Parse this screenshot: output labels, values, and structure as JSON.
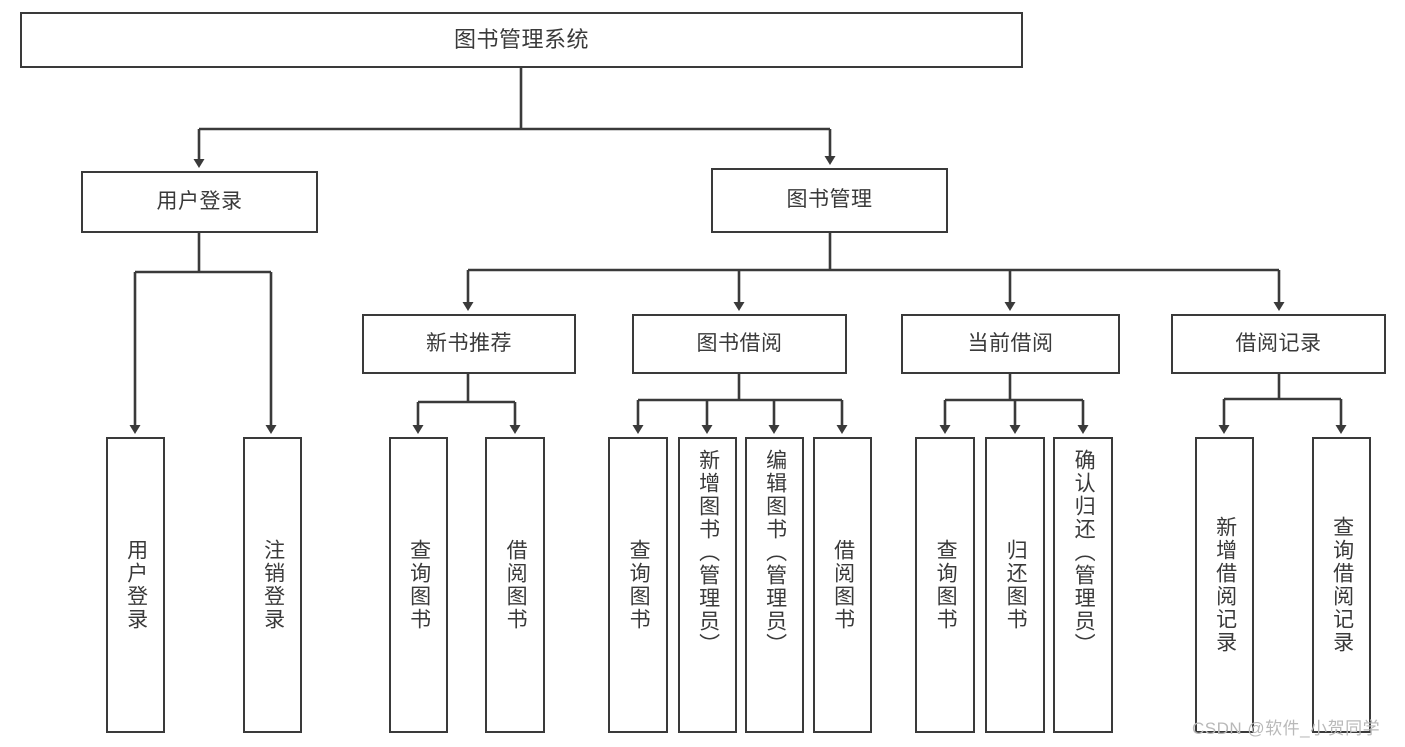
{
  "diagram": {
    "title": "图书管理系统",
    "watermark": "CSDN @软件_小贺同学",
    "colors": {
      "stroke": "#3a3a3a",
      "fill": "#ffffff",
      "watermark": "#b9b9b9"
    },
    "levels": {
      "root": {
        "label": "图书管理系统"
      },
      "level2": [
        {
          "label": "用户登录"
        },
        {
          "label": "图书管理"
        }
      ],
      "level3": [
        {
          "label": "新书推荐"
        },
        {
          "label": "图书借阅"
        },
        {
          "label": "当前借阅"
        },
        {
          "label": "借阅记录"
        }
      ],
      "leaves": {
        "user_login": [
          {
            "label": "用户登录"
          },
          {
            "label": "注销登录"
          }
        ],
        "new_book": [
          {
            "label": "查询图书"
          },
          {
            "label": "借阅图书"
          }
        ],
        "book_borrow": [
          {
            "label": "查询图书"
          },
          {
            "label": "新增图书（管理员）"
          },
          {
            "label": "编辑图书（管理员）"
          },
          {
            "label": "借阅图书"
          }
        ],
        "current_borrow": [
          {
            "label": "查询图书"
          },
          {
            "label": "归还图书"
          },
          {
            "label": "确认归还（管理员）"
          }
        ],
        "borrow_record": [
          {
            "label": "新增借阅记录"
          },
          {
            "label": "查询借阅记录"
          }
        ]
      }
    }
  }
}
